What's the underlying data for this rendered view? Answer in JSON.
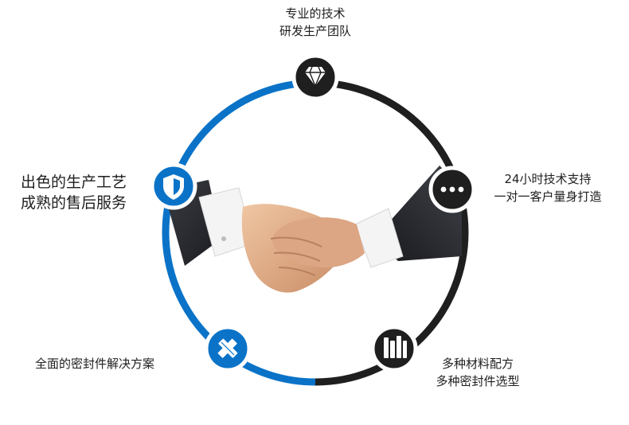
{
  "colors": {
    "blue": "#0a73c8",
    "dark": "#1f1f1f",
    "white": "#ffffff",
    "sleeve": "#2b2d33",
    "skin": "#e2b08c"
  },
  "features": [
    {
      "id": "team",
      "icon": "diamond-icon",
      "color": "dark",
      "lines": [
        "专业的技术",
        "研发生产团队"
      ]
    },
    {
      "id": "support",
      "icon": "more-dots-icon",
      "color": "dark",
      "lines": [
        "24小时技术支持",
        "一对一客户量身打造"
      ]
    },
    {
      "id": "materials",
      "icon": "books-icon",
      "color": "dark",
      "lines": [
        "多种材料配方",
        "多种密封件选型"
      ]
    },
    {
      "id": "solutions",
      "icon": "ruler-pencil-icon",
      "color": "blue",
      "lines": [
        "全面的密封件解决方案"
      ]
    },
    {
      "id": "service",
      "icon": "shield-icon",
      "color": "blue",
      "lines": [
        "出色的生产工艺",
        "成熟的售后服务"
      ]
    }
  ],
  "center_image": {
    "icon": "handshake-image"
  }
}
